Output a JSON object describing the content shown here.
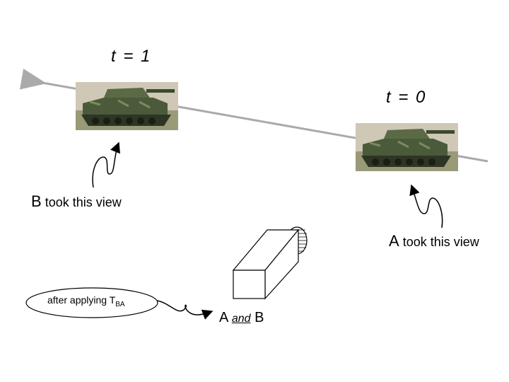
{
  "labels": {
    "t1": "t = 1",
    "t0": "t = 0",
    "b_view_letter": "B",
    "b_view_text": "took this view",
    "a_view_letter": "A",
    "a_view_text": "took this view",
    "ellipse_prefix": "after applying T",
    "ellipse_sub": "BA",
    "ab_a": "A",
    "ab_and": "and",
    "ab_b": "B"
  },
  "colors": {
    "trajectory": "#aaaaaa",
    "tank_body": "#4b5a3a",
    "tank_bg": "#c9c3b3"
  }
}
